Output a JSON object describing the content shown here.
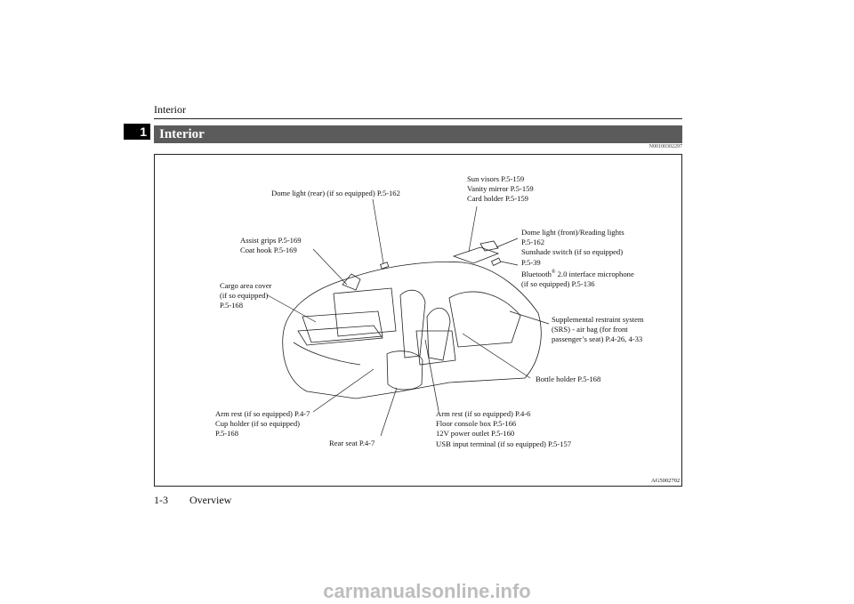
{
  "header": {
    "title": "Interior"
  },
  "chapter_number": "1",
  "section": {
    "title": "Interior",
    "code": "N00100302297"
  },
  "figure": {
    "code": "AG5002702",
    "callouts": {
      "sun_visors": [
        "Sun visors P.5-159",
        "Vanity mirror P.5-159",
        "Card holder P.5-159"
      ],
      "dome_rear": [
        "Dome light (rear) (if so equipped) P.5-162"
      ],
      "dome_front": [
        "Dome light (front)/Reading lights",
        "P.5-162",
        "Sunshade switch (if so equipped)",
        "P.5-39"
      ],
      "bluetooth": {
        "brand": "Bluetooth",
        "sup": "®",
        "rest": " 2.0 interface microphone",
        "line2": "(if so equipped) P.5-136"
      },
      "assist_grips": [
        "Assist grips P.5-169",
        "Coat hook P.5-169"
      ],
      "cargo": [
        "Cargo area cover",
        "(if so equipped)",
        "P.5-168"
      ],
      "srs": [
        "Supplemental restraint system",
        "(SRS) - air bag (for front",
        "passenger’s seat) P.4-26, 4-33"
      ],
      "bottle": [
        "Bottle holder P.5-168"
      ],
      "armrest_rear": [
        "Arm rest (if so equipped) P.4-7",
        "Cup holder (if so equipped)",
        "P.5-168"
      ],
      "rear_seat": [
        "Rear seat P.4-7"
      ],
      "armrest_front": [
        "Arm rest (if so equipped) P.4-6",
        "Floor console box P.5-166",
        "12V power outlet P.5-160",
        "USB input terminal (if so equipped) P.5-157"
      ]
    }
  },
  "footer": {
    "page": "1-3",
    "chapter": "Overview"
  },
  "watermark": "carmanualsonline.info"
}
